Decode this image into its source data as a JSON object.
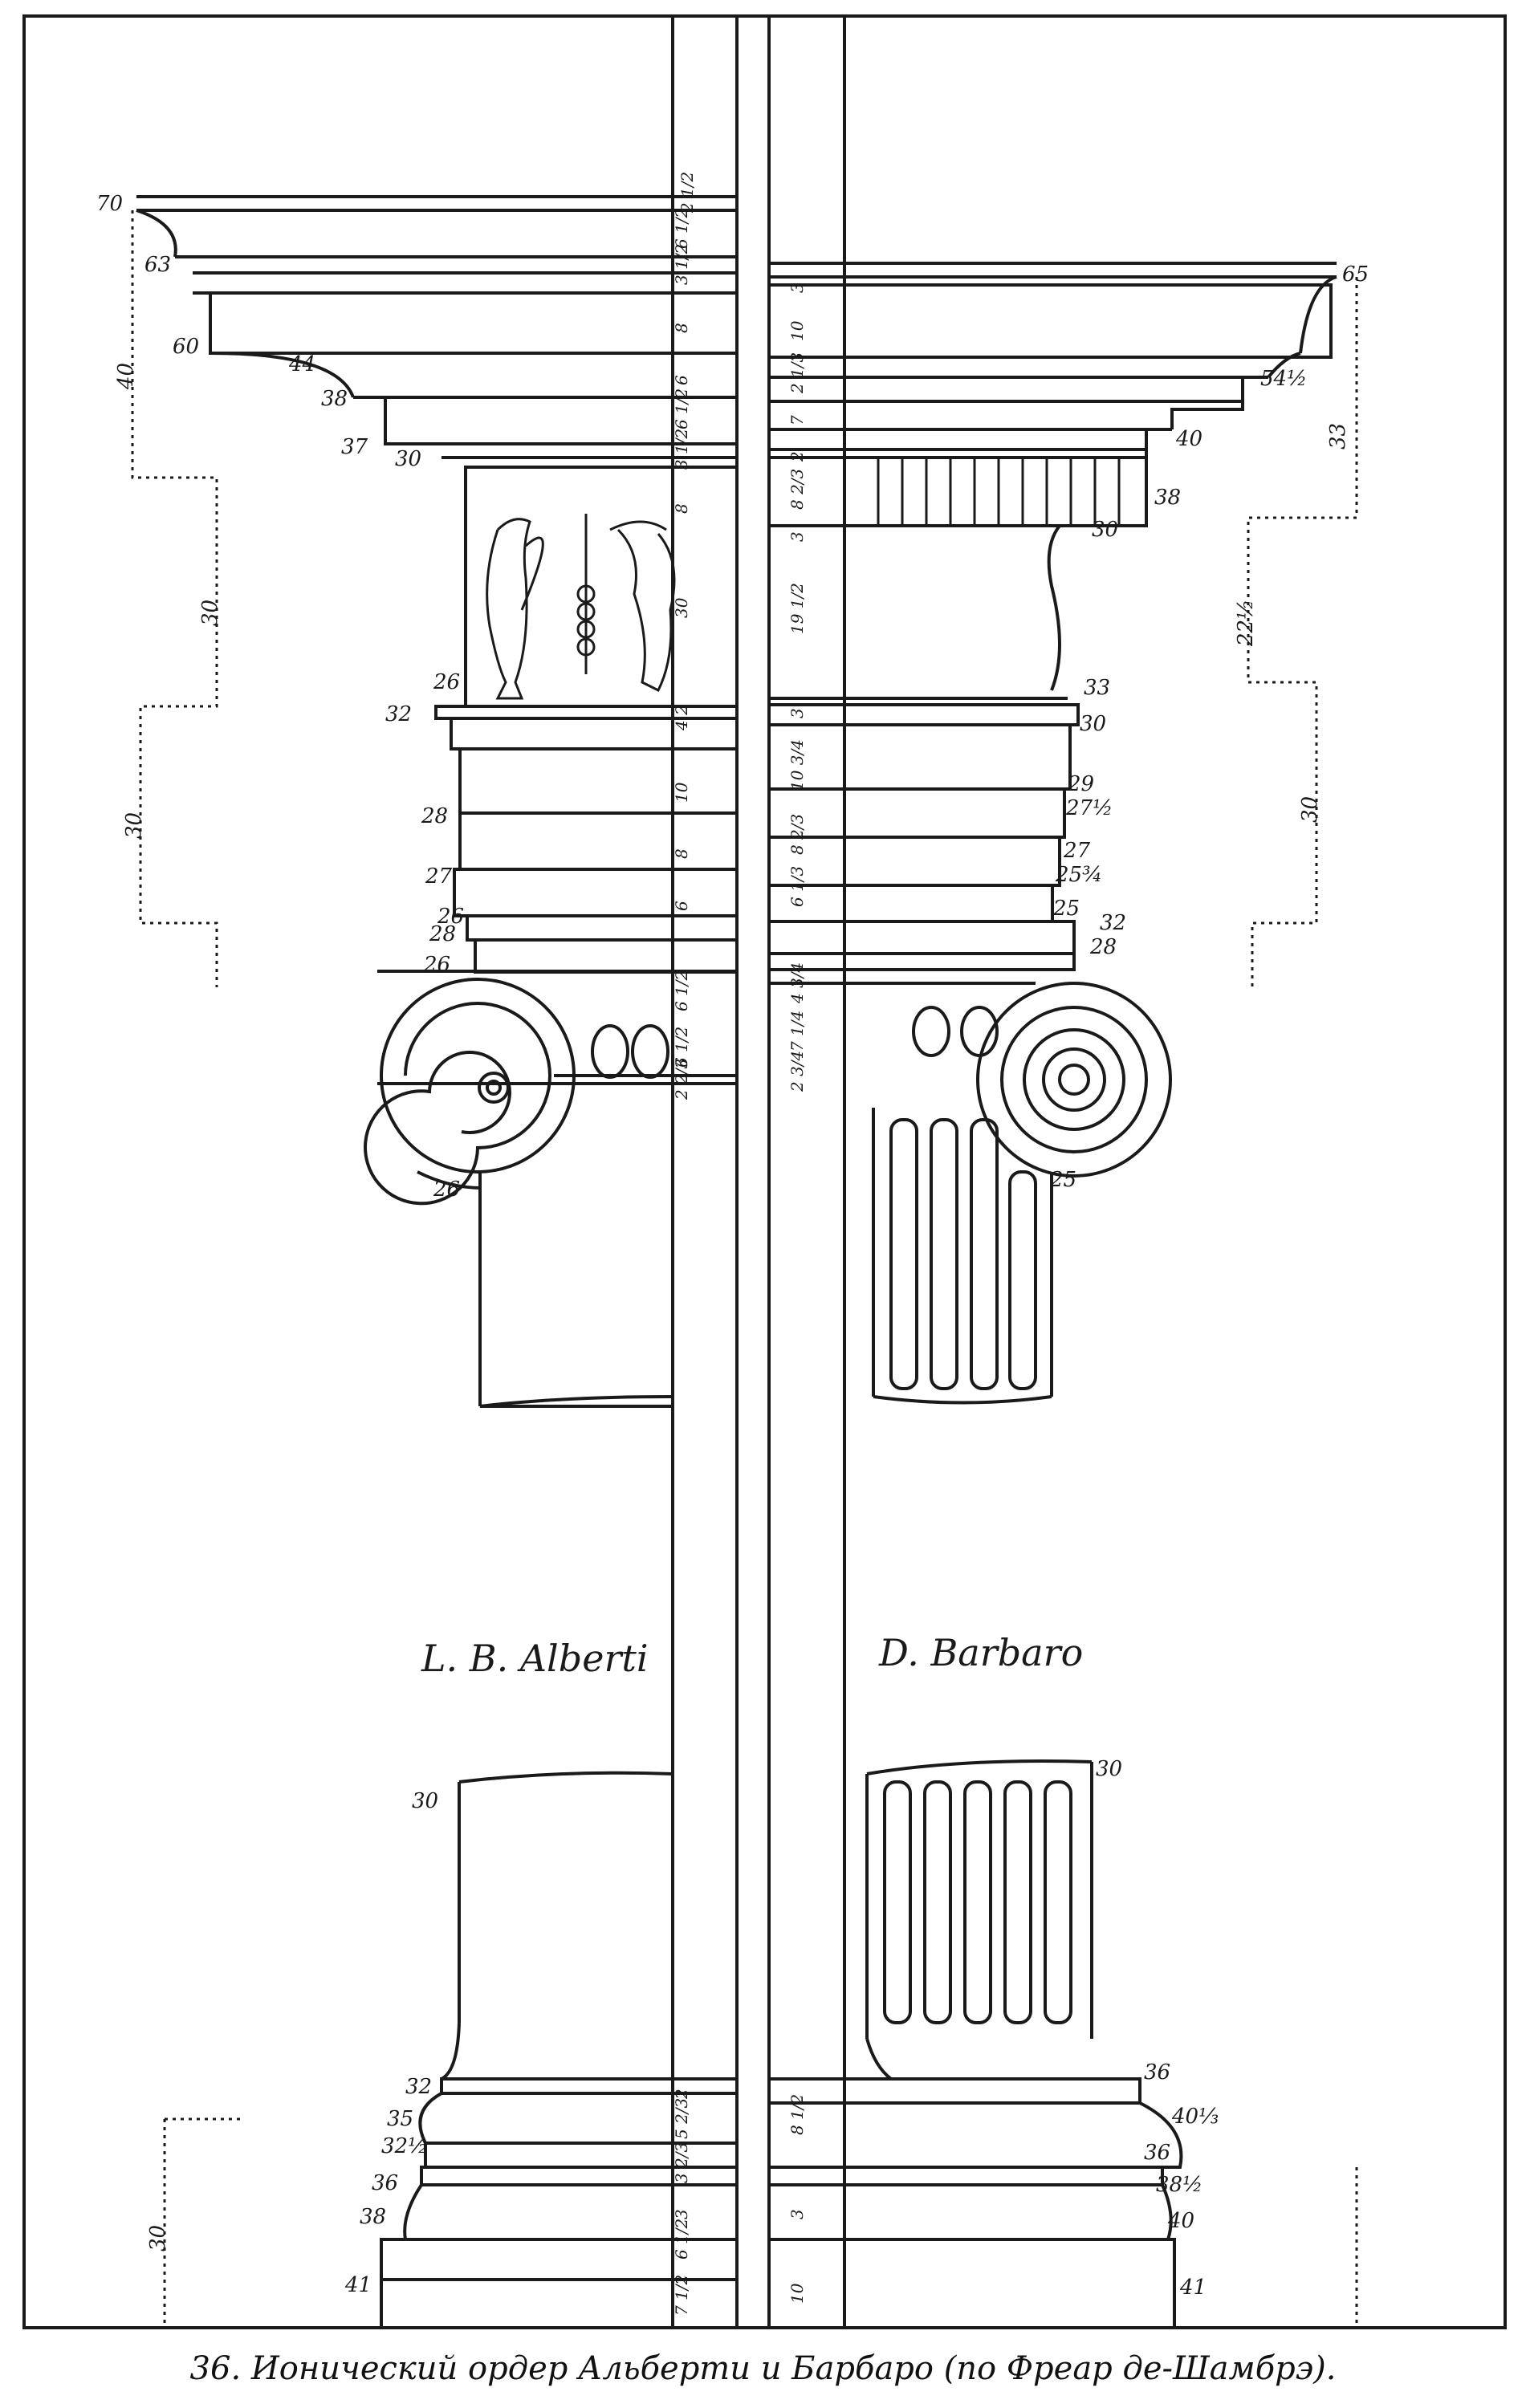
{
  "caption": "36. Ионический ордер Альберти и Барбаро (по Фреар де-Шамбрэ).",
  "labels": {
    "alberti": "L. B. Alberti",
    "barbaro": "D. Barbaro"
  },
  "left_dims": [
    "70",
    "63",
    "60",
    "44",
    "38",
    "37",
    "30",
    "26",
    "32",
    "28",
    "27",
    "26",
    "28",
    "26",
    "26",
    "30",
    "32",
    "35",
    "32½",
    "36",
    "38",
    "41"
  ],
  "left_steps": [
    "40",
    "30",
    "30",
    "30"
  ],
  "right_dims": [
    "65",
    "54½",
    "40",
    "38",
    "30",
    "33",
    "30",
    "29",
    "27½",
    "27",
    "25¾",
    "25",
    "32",
    "28",
    "25",
    "30",
    "36",
    "40⅓",
    "36",
    "38½",
    "40",
    "41"
  ],
  "right_steps": [
    "33",
    "22½",
    "30"
  ],
  "center_left_fractions": [
    "2 1/2",
    "6 1/2",
    "3 1/2",
    "8",
    "6",
    "6 1/2",
    "3 1/2",
    "8",
    "30",
    "4 2",
    "10",
    "8",
    "6",
    "6 1/2",
    "6 1/2",
    "2 2/3",
    "2",
    "5 2/3",
    "3 2/3",
    "3",
    "6 1/2",
    "7 1/2"
  ],
  "center_right_fractions": [
    "3",
    "10",
    "2 1/3",
    "7",
    "2",
    "8 2/3",
    "3",
    "19 1/2",
    "3",
    "10 3/4",
    "8 2/3",
    "6 1/3",
    "4 3/4",
    "7 1/4",
    "2 3/4",
    "8 1/2",
    "3",
    "10"
  ],
  "colors": {
    "ink": "#1a1a1a",
    "paper": "#ffffff"
  }
}
